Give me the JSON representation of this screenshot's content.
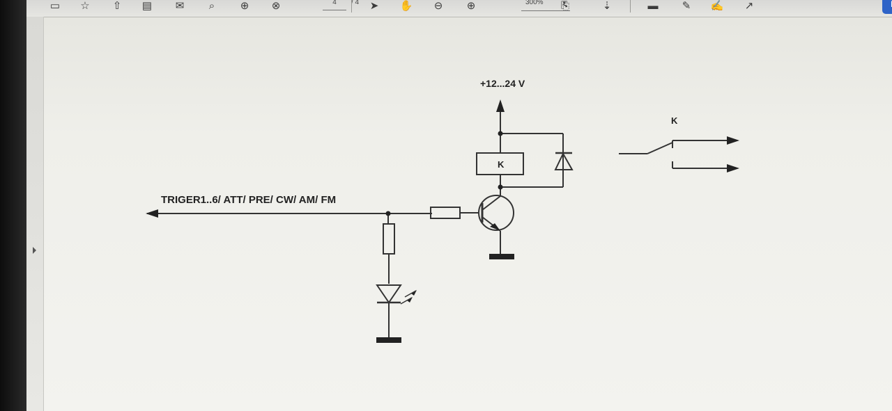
{
  "toolbar": {
    "page_current": "4",
    "page_total": "/ 4",
    "zoom": "300%",
    "share_label": "P",
    "icons": [
      "save-icon",
      "star-icon",
      "upload-icon",
      "print-icon",
      "mail-icon",
      "zoom-search-icon",
      "arrow-up-circle-icon",
      "arrow-down-circle-icon",
      "select-arrow-icon",
      "hand-icon",
      "zoom-out-icon",
      "zoom-in-icon",
      "page-fit-icon",
      "scroll-icon",
      "comment-icon",
      "highlight-icon",
      "sign-icon",
      "share-icon"
    ]
  },
  "document": {
    "supply_label": "+12...24 V",
    "trigger_label": "TRIGER1..6/ ATT/ PRE/ CW/ AM/ FM",
    "relay_coil_label": "K",
    "relay_contact_label": "K"
  }
}
